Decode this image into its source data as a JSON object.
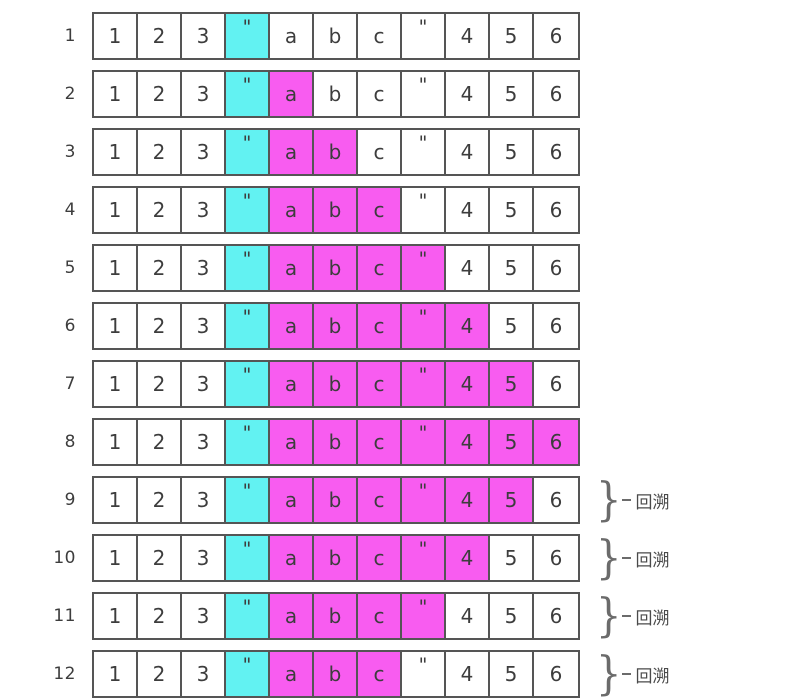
{
  "diagram": {
    "title": "string-backtracking-steps",
    "colors": {
      "cyan": "#62f2f2",
      "magenta": "#f85cf0",
      "border": "#555555",
      "text": "#3d3d3d",
      "background": "#ffffff",
      "annotation": "#6b6b6b"
    },
    "cell_values": [
      "1",
      "2",
      "3",
      "\"",
      "a",
      "b",
      "c",
      "\"",
      "4",
      "5",
      "6"
    ],
    "annotation_label": "回溯",
    "brace_glyph": "}",
    "rows": [
      {
        "label": "1",
        "cells": [
          {
            "value": "1",
            "fill": "none"
          },
          {
            "value": "2",
            "fill": "none"
          },
          {
            "value": "3",
            "fill": "none"
          },
          {
            "value": "\"",
            "fill": "cyan"
          },
          {
            "value": "a",
            "fill": "none"
          },
          {
            "value": "b",
            "fill": "none"
          },
          {
            "value": "c",
            "fill": "none"
          },
          {
            "value": "\"",
            "fill": "none"
          },
          {
            "value": "4",
            "fill": "none"
          },
          {
            "value": "5",
            "fill": "none"
          },
          {
            "value": "6",
            "fill": "none"
          }
        ],
        "annotation": ""
      },
      {
        "label": "2",
        "cells": [
          {
            "value": "1",
            "fill": "none"
          },
          {
            "value": "2",
            "fill": "none"
          },
          {
            "value": "3",
            "fill": "none"
          },
          {
            "value": "\"",
            "fill": "cyan"
          },
          {
            "value": "a",
            "fill": "magenta"
          },
          {
            "value": "b",
            "fill": "none"
          },
          {
            "value": "c",
            "fill": "none"
          },
          {
            "value": "\"",
            "fill": "none"
          },
          {
            "value": "4",
            "fill": "none"
          },
          {
            "value": "5",
            "fill": "none"
          },
          {
            "value": "6",
            "fill": "none"
          }
        ],
        "annotation": ""
      },
      {
        "label": "3",
        "cells": [
          {
            "value": "1",
            "fill": "none"
          },
          {
            "value": "2",
            "fill": "none"
          },
          {
            "value": "3",
            "fill": "none"
          },
          {
            "value": "\"",
            "fill": "cyan"
          },
          {
            "value": "a",
            "fill": "magenta"
          },
          {
            "value": "b",
            "fill": "magenta"
          },
          {
            "value": "c",
            "fill": "none"
          },
          {
            "value": "\"",
            "fill": "none"
          },
          {
            "value": "4",
            "fill": "none"
          },
          {
            "value": "5",
            "fill": "none"
          },
          {
            "value": "6",
            "fill": "none"
          }
        ],
        "annotation": ""
      },
      {
        "label": "4",
        "cells": [
          {
            "value": "1",
            "fill": "none"
          },
          {
            "value": "2",
            "fill": "none"
          },
          {
            "value": "3",
            "fill": "none"
          },
          {
            "value": "\"",
            "fill": "cyan"
          },
          {
            "value": "a",
            "fill": "magenta"
          },
          {
            "value": "b",
            "fill": "magenta"
          },
          {
            "value": "c",
            "fill": "magenta"
          },
          {
            "value": "\"",
            "fill": "none"
          },
          {
            "value": "4",
            "fill": "none"
          },
          {
            "value": "5",
            "fill": "none"
          },
          {
            "value": "6",
            "fill": "none"
          }
        ],
        "annotation": ""
      },
      {
        "label": "5",
        "cells": [
          {
            "value": "1",
            "fill": "none"
          },
          {
            "value": "2",
            "fill": "none"
          },
          {
            "value": "3",
            "fill": "none"
          },
          {
            "value": "\"",
            "fill": "cyan"
          },
          {
            "value": "a",
            "fill": "magenta"
          },
          {
            "value": "b",
            "fill": "magenta"
          },
          {
            "value": "c",
            "fill": "magenta"
          },
          {
            "value": "\"",
            "fill": "magenta"
          },
          {
            "value": "4",
            "fill": "none"
          },
          {
            "value": "5",
            "fill": "none"
          },
          {
            "value": "6",
            "fill": "none"
          }
        ],
        "annotation": ""
      },
      {
        "label": "6",
        "cells": [
          {
            "value": "1",
            "fill": "none"
          },
          {
            "value": "2",
            "fill": "none"
          },
          {
            "value": "3",
            "fill": "none"
          },
          {
            "value": "\"",
            "fill": "cyan"
          },
          {
            "value": "a",
            "fill": "magenta"
          },
          {
            "value": "b",
            "fill": "magenta"
          },
          {
            "value": "c",
            "fill": "magenta"
          },
          {
            "value": "\"",
            "fill": "magenta"
          },
          {
            "value": "4",
            "fill": "magenta"
          },
          {
            "value": "5",
            "fill": "none"
          },
          {
            "value": "6",
            "fill": "none"
          }
        ],
        "annotation": ""
      },
      {
        "label": "7",
        "cells": [
          {
            "value": "1",
            "fill": "none"
          },
          {
            "value": "2",
            "fill": "none"
          },
          {
            "value": "3",
            "fill": "none"
          },
          {
            "value": "\"",
            "fill": "cyan"
          },
          {
            "value": "a",
            "fill": "magenta"
          },
          {
            "value": "b",
            "fill": "magenta"
          },
          {
            "value": "c",
            "fill": "magenta"
          },
          {
            "value": "\"",
            "fill": "magenta"
          },
          {
            "value": "4",
            "fill": "magenta"
          },
          {
            "value": "5",
            "fill": "magenta"
          },
          {
            "value": "6",
            "fill": "none"
          }
        ],
        "annotation": ""
      },
      {
        "label": "8",
        "cells": [
          {
            "value": "1",
            "fill": "none"
          },
          {
            "value": "2",
            "fill": "none"
          },
          {
            "value": "3",
            "fill": "none"
          },
          {
            "value": "\"",
            "fill": "cyan"
          },
          {
            "value": "a",
            "fill": "magenta"
          },
          {
            "value": "b",
            "fill": "magenta"
          },
          {
            "value": "c",
            "fill": "magenta"
          },
          {
            "value": "\"",
            "fill": "magenta"
          },
          {
            "value": "4",
            "fill": "magenta"
          },
          {
            "value": "5",
            "fill": "magenta"
          },
          {
            "value": "6",
            "fill": "magenta"
          }
        ],
        "annotation": ""
      },
      {
        "label": "9",
        "cells": [
          {
            "value": "1",
            "fill": "none"
          },
          {
            "value": "2",
            "fill": "none"
          },
          {
            "value": "3",
            "fill": "none"
          },
          {
            "value": "\"",
            "fill": "cyan"
          },
          {
            "value": "a",
            "fill": "magenta"
          },
          {
            "value": "b",
            "fill": "magenta"
          },
          {
            "value": "c",
            "fill": "magenta"
          },
          {
            "value": "\"",
            "fill": "magenta"
          },
          {
            "value": "4",
            "fill": "magenta"
          },
          {
            "value": "5",
            "fill": "magenta"
          },
          {
            "value": "6",
            "fill": "none"
          }
        ],
        "annotation": "回溯"
      },
      {
        "label": "10",
        "cells": [
          {
            "value": "1",
            "fill": "none"
          },
          {
            "value": "2",
            "fill": "none"
          },
          {
            "value": "3",
            "fill": "none"
          },
          {
            "value": "\"",
            "fill": "cyan"
          },
          {
            "value": "a",
            "fill": "magenta"
          },
          {
            "value": "b",
            "fill": "magenta"
          },
          {
            "value": "c",
            "fill": "magenta"
          },
          {
            "value": "\"",
            "fill": "magenta"
          },
          {
            "value": "4",
            "fill": "magenta"
          },
          {
            "value": "5",
            "fill": "none"
          },
          {
            "value": "6",
            "fill": "none"
          }
        ],
        "annotation": "回溯"
      },
      {
        "label": "11",
        "cells": [
          {
            "value": "1",
            "fill": "none"
          },
          {
            "value": "2",
            "fill": "none"
          },
          {
            "value": "3",
            "fill": "none"
          },
          {
            "value": "\"",
            "fill": "cyan"
          },
          {
            "value": "a",
            "fill": "magenta"
          },
          {
            "value": "b",
            "fill": "magenta"
          },
          {
            "value": "c",
            "fill": "magenta"
          },
          {
            "value": "\"",
            "fill": "magenta"
          },
          {
            "value": "4",
            "fill": "none"
          },
          {
            "value": "5",
            "fill": "none"
          },
          {
            "value": "6",
            "fill": "none"
          }
        ],
        "annotation": "回溯"
      },
      {
        "label": "12",
        "cells": [
          {
            "value": "1",
            "fill": "none"
          },
          {
            "value": "2",
            "fill": "none"
          },
          {
            "value": "3",
            "fill": "none"
          },
          {
            "value": "\"",
            "fill": "cyan"
          },
          {
            "value": "a",
            "fill": "magenta"
          },
          {
            "value": "b",
            "fill": "magenta"
          },
          {
            "value": "c",
            "fill": "magenta"
          },
          {
            "value": "\"",
            "fill": "none"
          },
          {
            "value": "4",
            "fill": "none"
          },
          {
            "value": "5",
            "fill": "none"
          },
          {
            "value": "6",
            "fill": "none"
          }
        ],
        "annotation": "回溯"
      }
    ]
  }
}
